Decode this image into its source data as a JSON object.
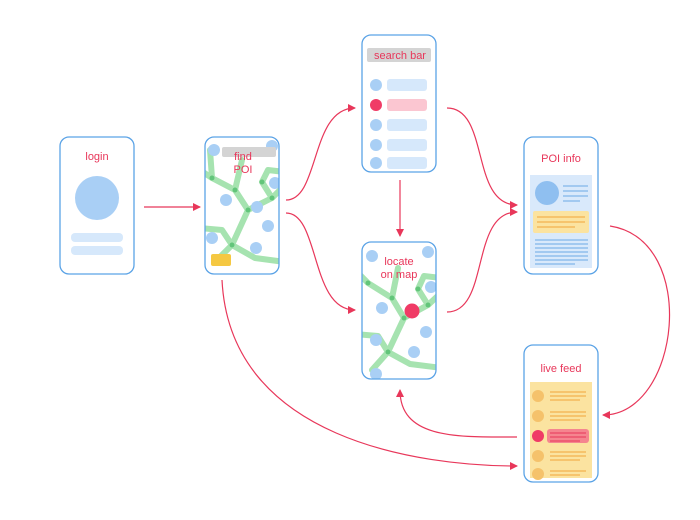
{
  "screens": {
    "login": {
      "label": "login"
    },
    "find_poi": {
      "label_line1": "find",
      "label_line2": "POI"
    },
    "search": {
      "label": "search bar"
    },
    "locate": {
      "label_line1": "locate",
      "label_line2": "on map"
    },
    "poi_info": {
      "label": "POI info"
    },
    "live_feed": {
      "label": "live feed"
    }
  },
  "colors": {
    "phone_border": "#5ba3e6",
    "arrow": "#e8375a",
    "label": "#e8375a",
    "bubble": "#a9cff5",
    "bar": "#d6e8fb",
    "selected": "#f03b66",
    "selected_bar": "#fbc6d1",
    "road": "#a6e3b0",
    "node": "#62c57a",
    "card_fill": "#fbe3a0",
    "card_line": "#f0a43a",
    "info_bg": "#d9e9fb",
    "info_line": "#6aa9e6",
    "gray_bar": "#d4d4d4",
    "yellow_marker": "#f5c842"
  },
  "icons": [
    "avatar-icon",
    "map-marker-icon",
    "poi-dot-icon"
  ]
}
